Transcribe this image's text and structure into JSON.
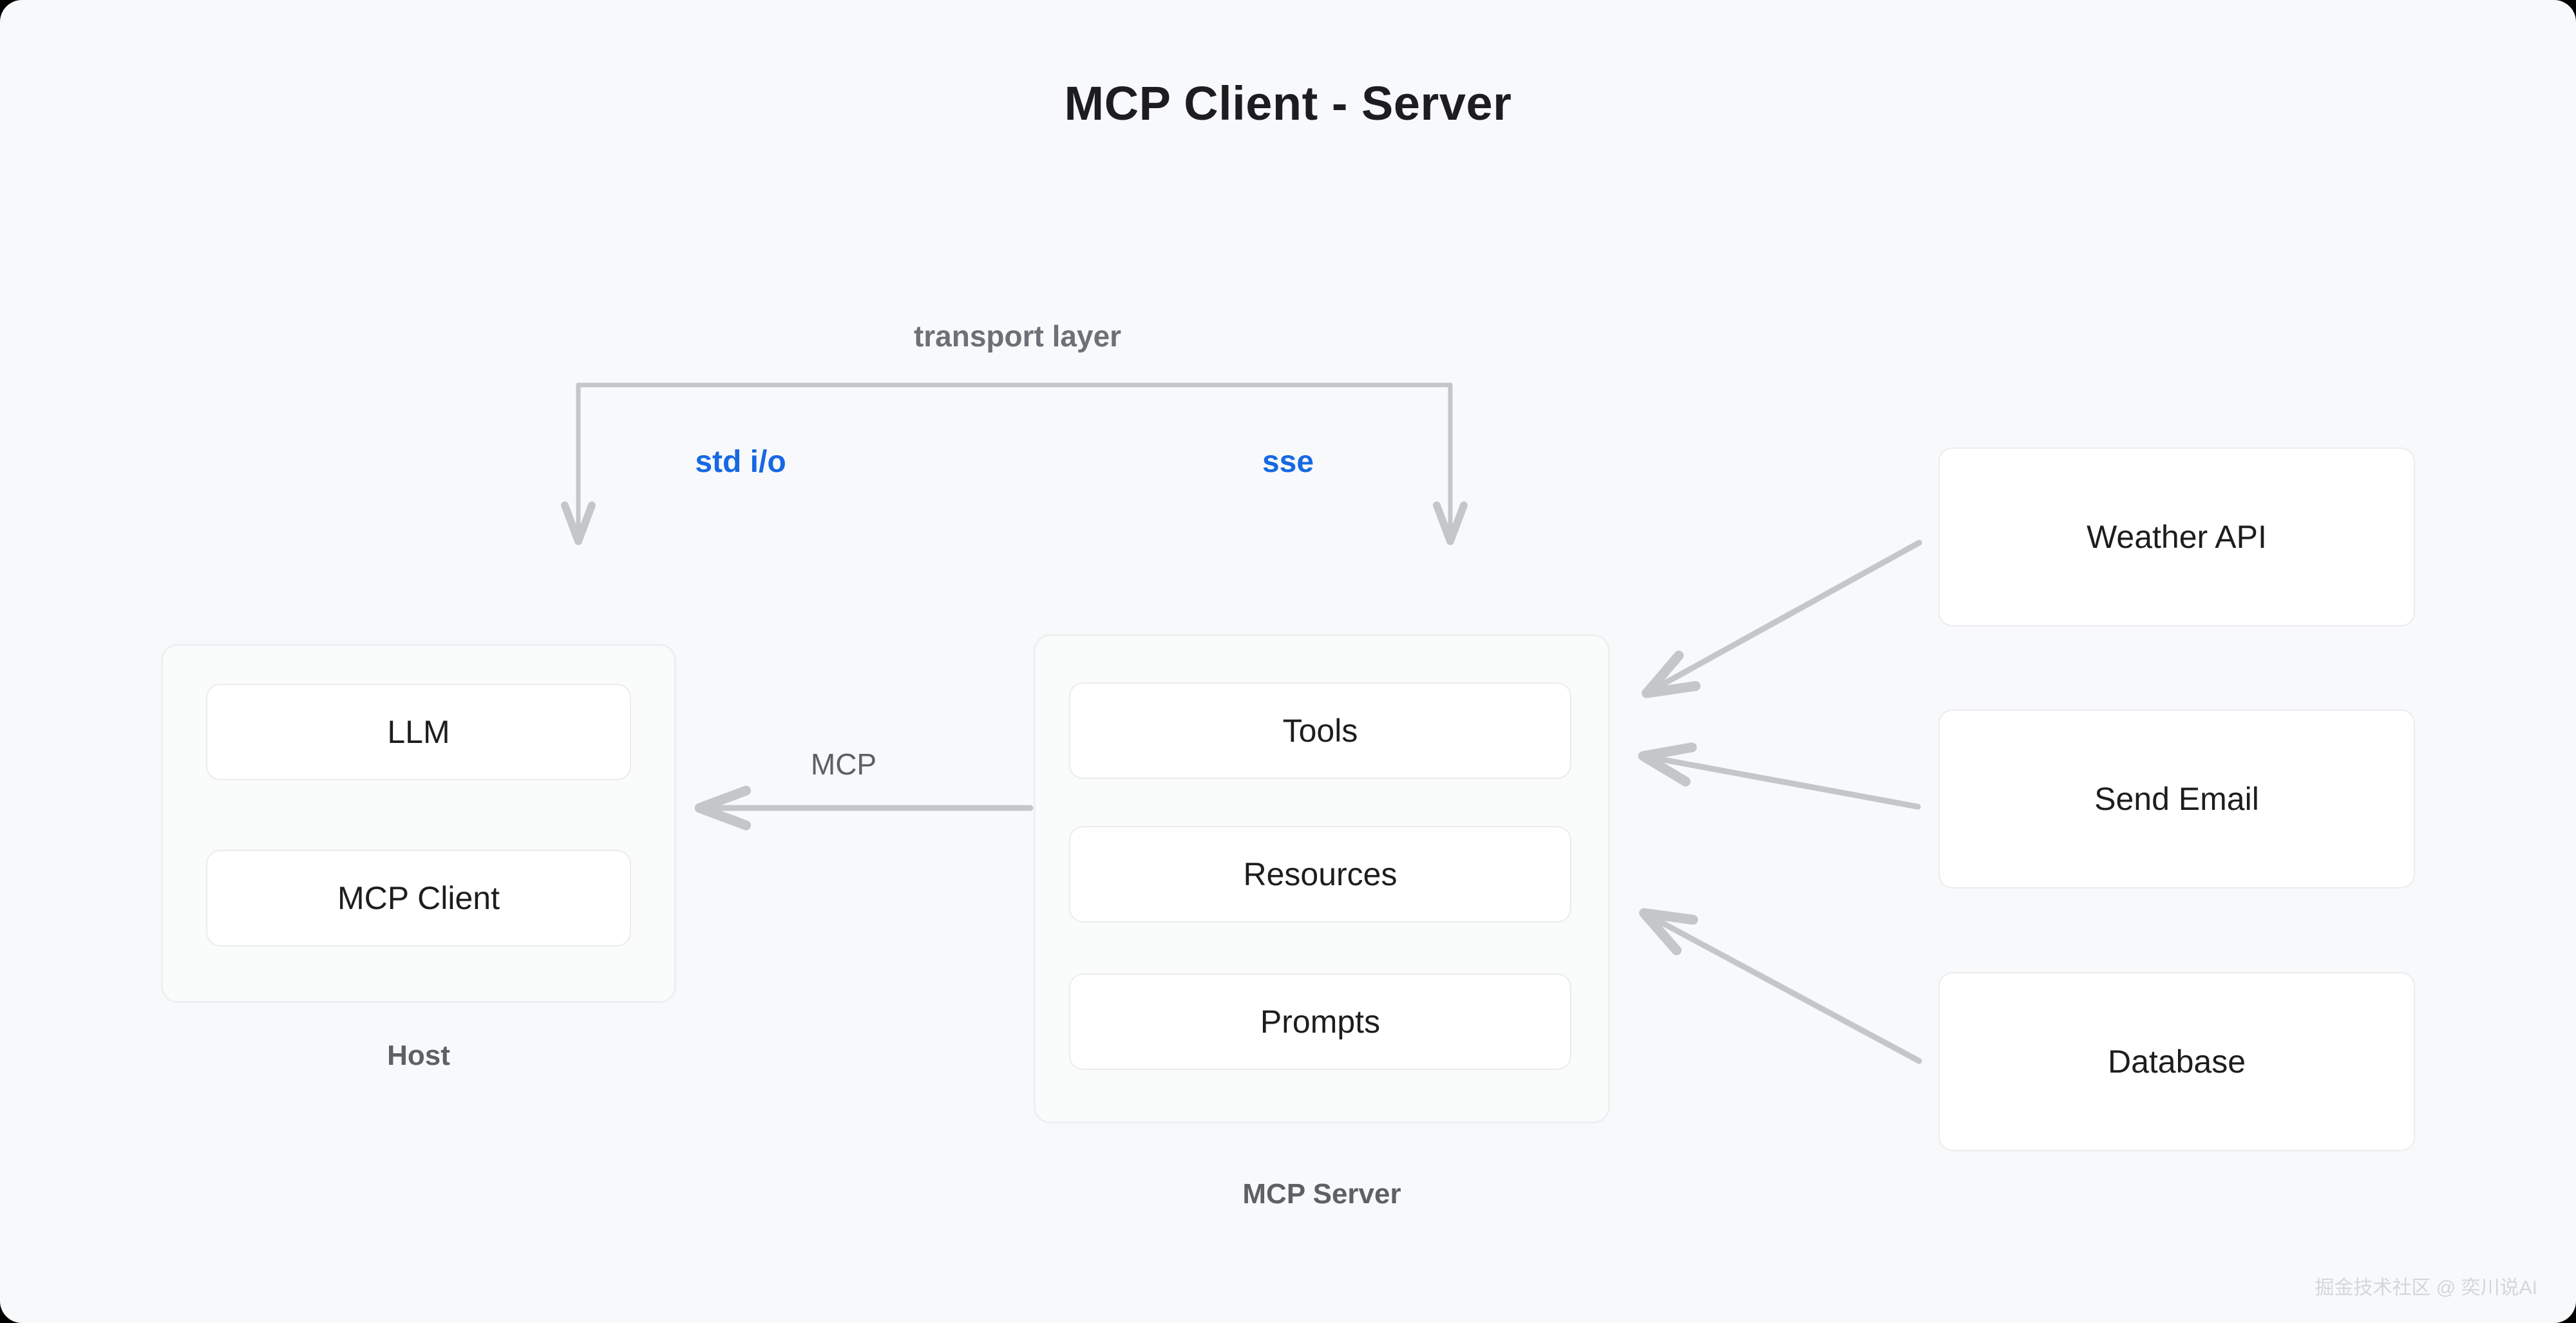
{
  "page": {
    "title": "MCP Client - Server",
    "background_color": "#f8f9fa",
    "outer_color": "#000000",
    "watermark": "掘金技术社区 @ 奕川说AI"
  },
  "transport": {
    "label": "transport layer",
    "label_color": "#6b7176",
    "options": [
      {
        "label": "std i/o",
        "color": "#1668e3"
      },
      {
        "label": "sse",
        "color": "#1668e3"
      }
    ]
  },
  "host": {
    "group_label": "Host",
    "nodes": [
      {
        "label": "LLM"
      },
      {
        "label": "MCP Client"
      }
    ],
    "internal_arrow": "mcp-client-to-llm-arrow"
  },
  "server": {
    "group_label": "MCP Server",
    "nodes": [
      {
        "label": "Tools"
      },
      {
        "label": "Resources"
      },
      {
        "label": "Prompts"
      }
    ]
  },
  "connection": {
    "label": "MCP",
    "label_color": "#5d6166",
    "direction": "server-to-host"
  },
  "external_services": [
    {
      "label": "Weather API"
    },
    {
      "label": "Send Email"
    },
    {
      "label": "Database"
    }
  ],
  "colors": {
    "accent_blue": "#1668e3",
    "arrow_gray": "#c4c6c8",
    "node_border": "#ececee",
    "group_border": "#eeeff1",
    "text_dark": "#1d1d1f",
    "text_muted": "#5d6166"
  }
}
